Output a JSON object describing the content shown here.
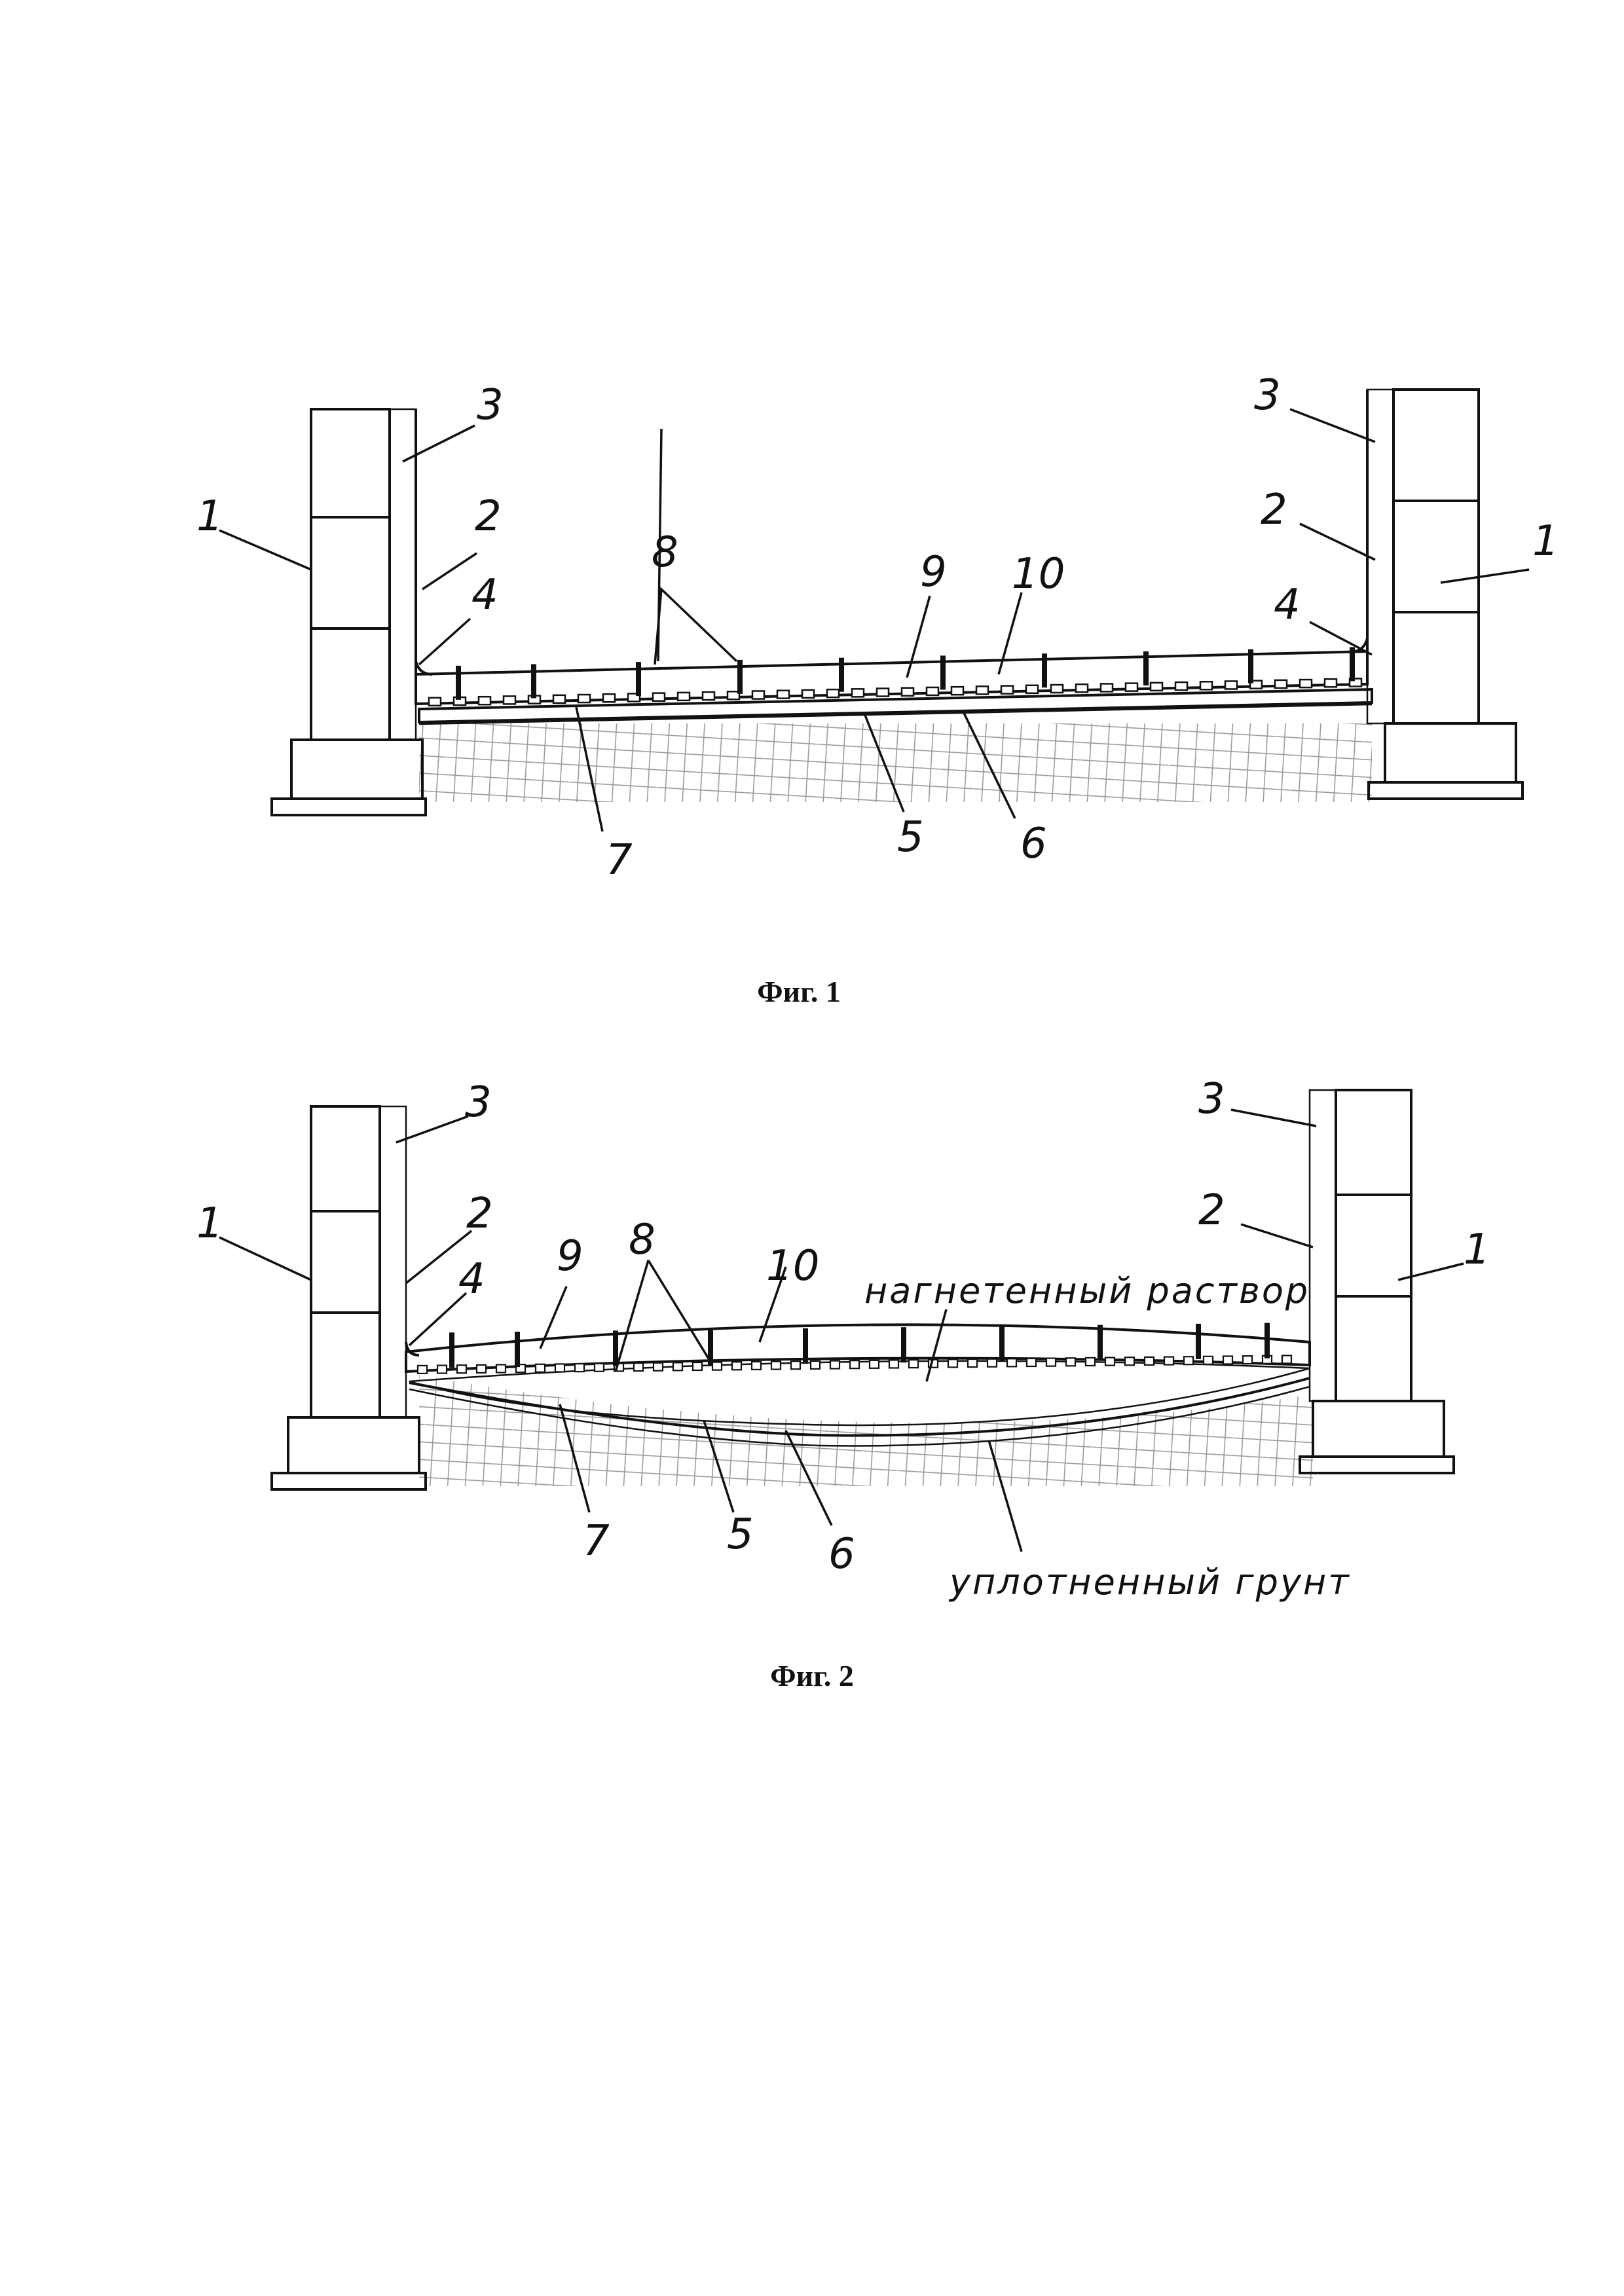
{
  "figures": [
    {
      "caption": "Фиг. 1",
      "labels": [
        "1",
        "2",
        "3",
        "4",
        "5",
        "6",
        "7",
        "8",
        "9",
        "10"
      ]
    },
    {
      "caption": "Фиг. 2",
      "labels": [
        "1",
        "2",
        "3",
        "4",
        "5",
        "6",
        "7",
        "8",
        "9",
        "10"
      ],
      "annotations": {
        "injected_mortar": "нагнетенный раствор",
        "compacted_soil": "уплотненный грунт"
      }
    }
  ]
}
